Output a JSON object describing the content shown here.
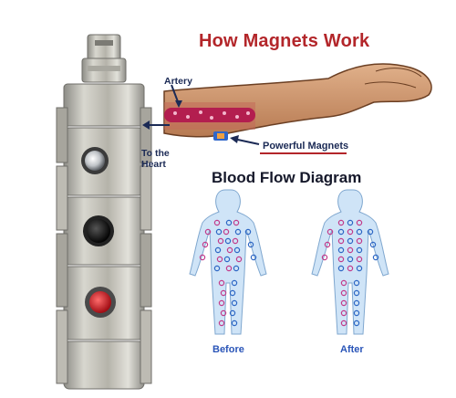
{
  "bracelet": {
    "engraving": "",
    "magnet_colors": [
      "#c9ccd0",
      "#161616",
      "#d5232b"
    ]
  },
  "info": {
    "title": "How Magnets Work",
    "artery_label": "Artery",
    "heart_label_line1": "To the",
    "heart_label_line2": "Heart",
    "magnets_label": "Powerful Magnets",
    "diagram_title": "Blood Flow Diagram",
    "before_label": "Before",
    "after_label": "After"
  },
  "colors": {
    "title_red": "#b3262a",
    "label_blue": "#1b2a55",
    "body_fill": "#cfe4f7",
    "cell_pink": "#c23a8a",
    "cell_blue": "#2c66c4"
  }
}
